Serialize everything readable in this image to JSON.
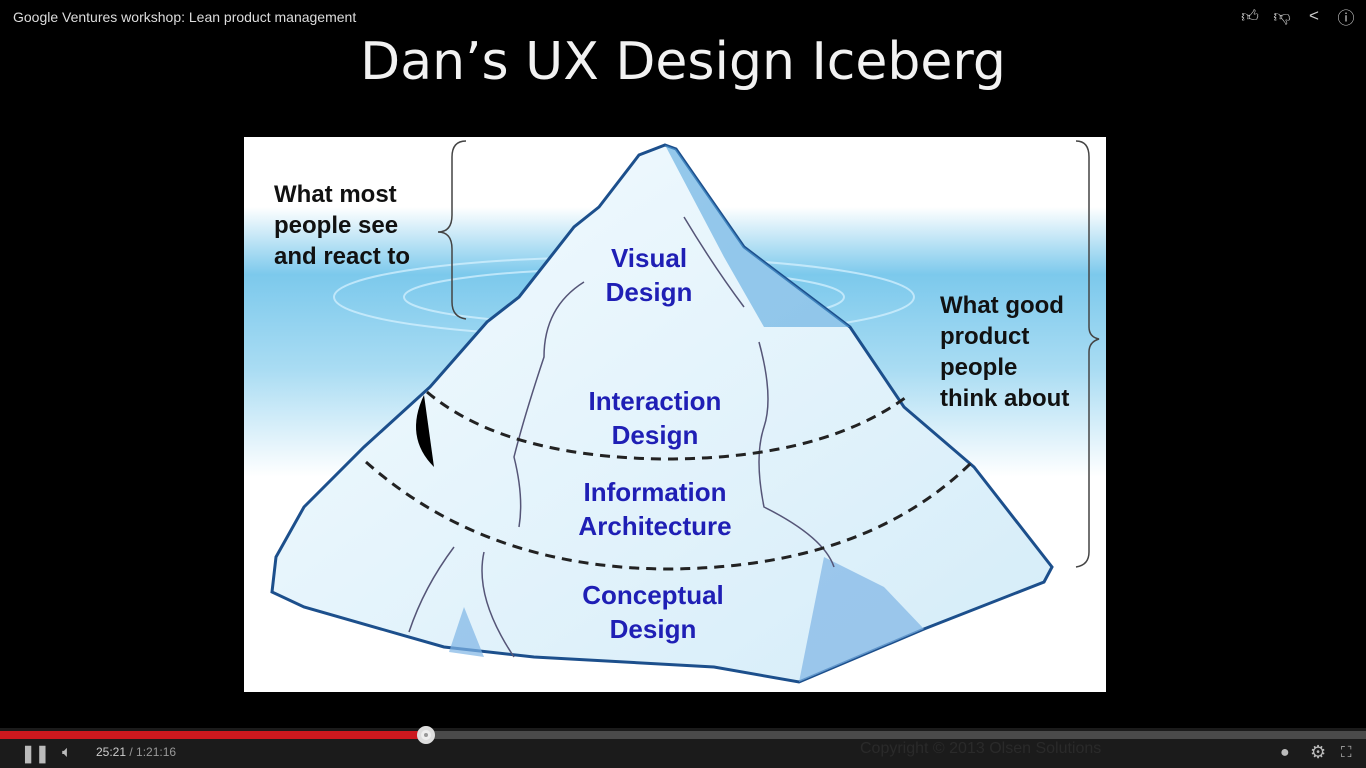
{
  "video": {
    "title": "Google Ventures workshop: Lean product management",
    "current_time": "25:21",
    "duration": "/ 1:21:16",
    "progress_percent": 31.2
  },
  "top_actions": [
    {
      "name": "like"
    },
    {
      "name": "dislike"
    },
    {
      "name": "share"
    },
    {
      "name": "info"
    }
  ],
  "slide": {
    "title": "Dan’s UX Design Iceberg",
    "left_label": [
      "What most",
      "people see",
      "and react to"
    ],
    "right_label": [
      "What good",
      "product",
      "people",
      "think about"
    ],
    "layers": [
      [
        "Visual",
        "Design"
      ],
      [
        "Interaction",
        "Design"
      ],
      [
        "Information",
        "Architecture"
      ],
      [
        "Conceptual",
        "Design"
      ]
    ],
    "copyright": "Copyright © 2013 Olsen Solutions"
  },
  "colors": {
    "progress": "#cc181e",
    "layer_text": "#1f1fb5"
  }
}
